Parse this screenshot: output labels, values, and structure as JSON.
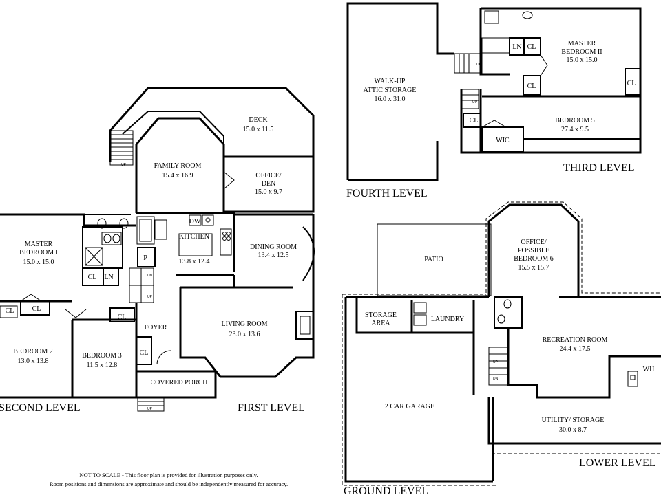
{
  "levels": {
    "second": "SECOND LEVEL",
    "first": "FIRST LEVEL",
    "fourth": "FOURTH LEVEL",
    "third": "THIRD LEVEL",
    "ground": "GROUND LEVEL",
    "lower": "LOWER LEVEL"
  },
  "rooms": {
    "deck": {
      "name": "DECK",
      "dims": "15.0 x 11.5"
    },
    "family_room": {
      "name": "FAMILY ROOM",
      "dims": "15.4 x 16.9"
    },
    "office_den": {
      "name1": "OFFICE/",
      "name2": "DEN",
      "dims": "15.0 x 9.7"
    },
    "kitchen": {
      "name": "KITCHEN",
      "dims": "13.8 x 12.4"
    },
    "dining_room": {
      "name": "DINING ROOM",
      "dims": "13.4 x 12.5"
    },
    "living_room": {
      "name": "LIVING ROOM",
      "dims": "23.0 x 13.6"
    },
    "foyer": {
      "name": "FOYER"
    },
    "covered_porch": {
      "name": "COVERED PORCH"
    },
    "master_bedroom_1": {
      "name1": "MASTER",
      "name2": "BEDROOM I",
      "dims": "15.0 x 15.0"
    },
    "bedroom_2": {
      "name": "BEDROOM 2",
      "dims": "13.0 x 13.8"
    },
    "bedroom_3": {
      "name": "BEDROOM 3",
      "dims": "11.5 x 12.8"
    },
    "attic": {
      "name1": "WALK-UP",
      "name2": "ATTIC STORAGE",
      "dims": "16.0 x 31.0"
    },
    "master_bedroom_2": {
      "name1": "MASTER",
      "name2": "BEDROOM II",
      "dims": "15.0 x 15.0"
    },
    "bedroom_5": {
      "name": "BEDROOM 5",
      "dims": "27.4 x 9.5"
    },
    "wic": {
      "name": "WIC"
    },
    "patio": {
      "name": "PATIO"
    },
    "office_bedroom_6": {
      "name1": "OFFICE/",
      "name2": "POSSIBLE",
      "name3": "BEDROOM 6",
      "dims": "15.5 x 15.7"
    },
    "storage_area": {
      "name1": "STORAGE",
      "name2": "AREA"
    },
    "laundry": {
      "name": "LAUNDRY"
    },
    "recreation_room": {
      "name": "RECREATION ROOM",
      "dims": "24.4 x 17.5"
    },
    "garage": {
      "name": "2 CAR GARAGE"
    },
    "utility_storage": {
      "name": "UTILITY/ STORAGE",
      "dims": "30.0 x 8.7"
    },
    "wh": {
      "name": "WH"
    }
  },
  "fixtures": {
    "cl": "CL",
    "ln": "LN",
    "p": "P",
    "dw": "DW",
    "dn": "DN",
    "up": "UP"
  },
  "disclaimer": {
    "line1": "NOT TO SCALE - This floor plan is provided for illustration purposes only.",
    "line2": "Room positions and dimensions are approximate and should be independently measured for accuracy."
  }
}
